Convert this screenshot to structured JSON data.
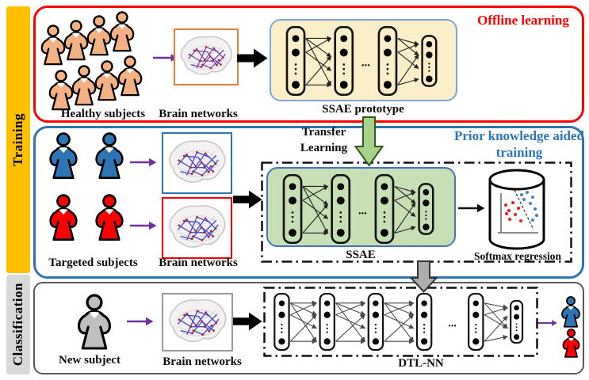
{
  "figure": {
    "sidebar": {
      "training": "Training",
      "classification": "Classification"
    },
    "offline": {
      "title": "Offline learning",
      "subjects_label": "Healthy subjects",
      "brain_label": "Brain networks",
      "network_label": "SSAE prototype"
    },
    "training": {
      "transfer_label": "Transfer Learning",
      "title": "Prior knowledge aided training",
      "subjects_label": "Targeted subjects",
      "brain_label": "Brain networks",
      "network_label": "SSAE",
      "softmax_label": "Softmax regression"
    },
    "classification": {
      "subjects_label": "New subject",
      "brain_label": "Brain networks",
      "network_label": "DTL-NN"
    },
    "nn": {
      "ellipsis": "..."
    },
    "colors": {
      "offline_border": "#FF0000",
      "training_border": "#2E74B5",
      "classification_border": "#595959",
      "training_bar": "#FFC000",
      "classification_bar": "#D9D9D9",
      "prototype_fill": "#FAEFC8",
      "ssae_fill": "#C6E0B4",
      "healthy_person": "#F4B183",
      "target_person_blue": "#2E75B6",
      "target_person_red": "#FF0000",
      "new_person": "#BFBFBF",
      "purple_arrow": "#7030A0",
      "transfer_arrow_fill": "#A9D18E",
      "flow_arrow_gray": "#ADADAD"
    }
  }
}
